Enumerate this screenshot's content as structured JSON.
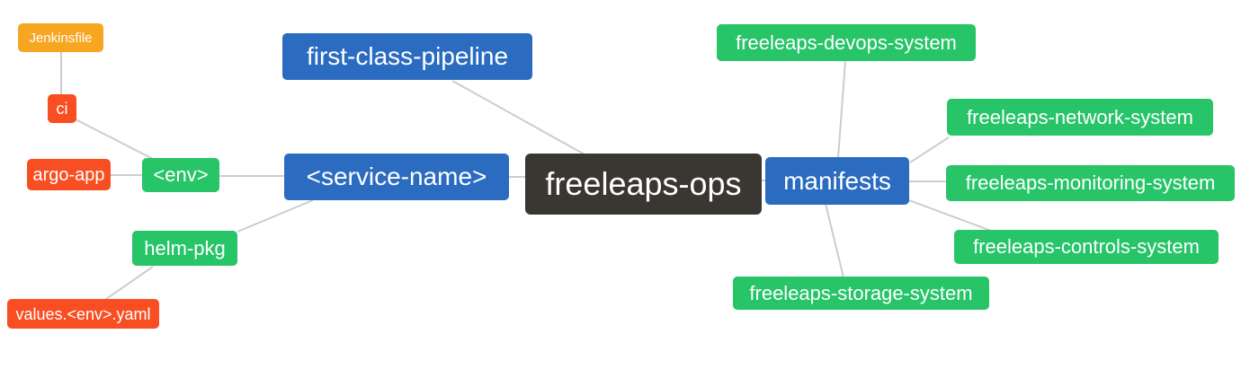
{
  "palette": {
    "root_bg": "#3A3733",
    "level1_bg": "#2B6CC1",
    "level2_bg": "#27C468",
    "level3_bg": "#F84E22",
    "level4_bg": "#F7A622",
    "node_text": "#FFFFFF",
    "edge_color": "#CDCDCD",
    "canvas_bg": "#FFFFFF"
  },
  "mindmap": {
    "nodes": [
      {
        "id": "freeleaps-ops",
        "label": "freeleaps-ops",
        "level": 0,
        "parent": null
      },
      {
        "id": "first-class-pipeline",
        "label": "first-class-pipeline",
        "level": 1,
        "parent": "freeleaps-ops"
      },
      {
        "id": "service-name",
        "label": "<service-name>",
        "level": 1,
        "parent": "freeleaps-ops"
      },
      {
        "id": "manifests",
        "label": "manifests",
        "level": 1,
        "parent": "freeleaps-ops"
      },
      {
        "id": "env",
        "label": "<env>",
        "level": 2,
        "parent": "service-name"
      },
      {
        "id": "helm-pkg",
        "label": "helm-pkg",
        "level": 2,
        "parent": "service-name"
      },
      {
        "id": "freeleaps-devops-system",
        "label": "freeleaps-devops-system",
        "level": 2,
        "parent": "manifests"
      },
      {
        "id": "freeleaps-network-system",
        "label": "freeleaps-network-system",
        "level": 2,
        "parent": "manifests"
      },
      {
        "id": "freeleaps-monitoring-system",
        "label": "freeleaps-monitoring-system",
        "level": 2,
        "parent": "manifests"
      },
      {
        "id": "freeleaps-controls-system",
        "label": "freeleaps-controls-system",
        "level": 2,
        "parent": "manifests"
      },
      {
        "id": "freeleaps-storage-system",
        "label": "freeleaps-storage-system",
        "level": 2,
        "parent": "manifests"
      },
      {
        "id": "ci",
        "label": "ci",
        "level": 3,
        "parent": "env"
      },
      {
        "id": "argo-app",
        "label": "argo-app",
        "level": 3,
        "parent": "env"
      },
      {
        "id": "values-env-yaml",
        "label": "values.<env>.yaml",
        "level": 3,
        "parent": "helm-pkg"
      },
      {
        "id": "jenkinsfile",
        "label": "Jenkinsfile",
        "level": 4,
        "parent": "ci"
      }
    ],
    "edges": [
      {
        "from": "jenkinsfile",
        "to": "ci"
      },
      {
        "from": "ci",
        "to": "env"
      },
      {
        "from": "argo-app",
        "to": "env"
      },
      {
        "from": "env",
        "to": "service-name"
      },
      {
        "from": "helm-pkg",
        "to": "service-name"
      },
      {
        "from": "values-env-yaml",
        "to": "helm-pkg"
      },
      {
        "from": "service-name",
        "to": "freeleaps-ops"
      },
      {
        "from": "first-class-pipeline",
        "to": "freeleaps-ops"
      },
      {
        "from": "freeleaps-ops",
        "to": "manifests"
      },
      {
        "from": "manifests",
        "to": "freeleaps-devops-system"
      },
      {
        "from": "manifests",
        "to": "freeleaps-network-system"
      },
      {
        "from": "manifests",
        "to": "freeleaps-monitoring-system"
      },
      {
        "from": "manifests",
        "to": "freeleaps-controls-system"
      },
      {
        "from": "manifests",
        "to": "freeleaps-storage-system"
      }
    ]
  }
}
